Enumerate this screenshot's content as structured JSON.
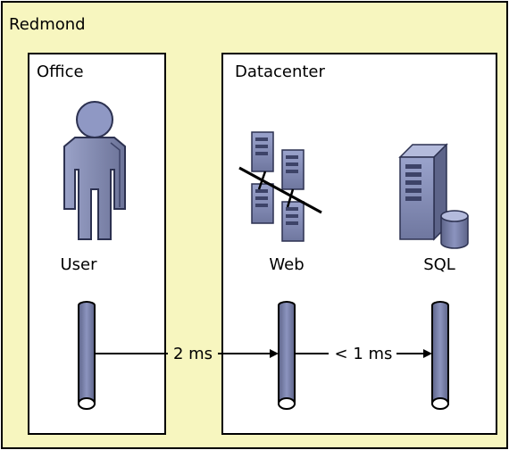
{
  "diagram": {
    "region_label": "Redmond",
    "office": {
      "label": "Office",
      "user_label": "User"
    },
    "datacenter": {
      "label": "Datacenter",
      "web_label": "Web",
      "sql_label": "SQL"
    },
    "latency": {
      "office_to_web": "2 ms",
      "web_to_sql": "< 1 ms"
    },
    "colors": {
      "region_fill": "#f7f6bf",
      "box_fill": "#ffffff",
      "border": "#000000",
      "tier_body": "#7b83ad",
      "server_body": "#8f98c4"
    },
    "icons": [
      "user-icon",
      "web-server-farm-icon",
      "sql-server-icon",
      "database-icon"
    ]
  }
}
